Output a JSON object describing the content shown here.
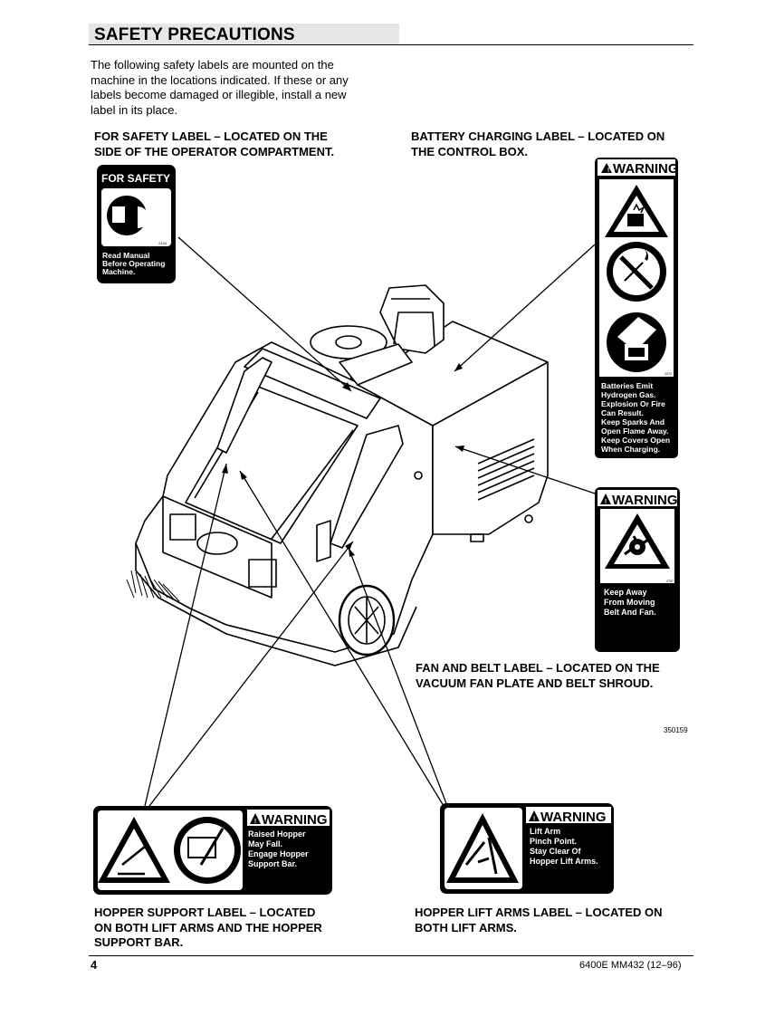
{
  "header": {
    "title": "SAFETY PRECAUTIONS"
  },
  "intro": "The following safety labels are mounted on the\nmachine in the locations indicated. If these or any\nlabels become damaged or illegible, install a new\nlabel in its place.",
  "captions": {
    "for_safety": "FOR SAFETY LABEL – LOCATED ON THE\nSIDE OF THE OPERATOR COMPARTMENT.",
    "battery": "BATTERY CHARGING LABEL – LOCATED ON\nTHE CONTROL BOX.",
    "fan_belt": "FAN AND BELT LABEL – LOCATED ON THE\nVACUUM FAN PLATE AND BELT SHROUD.",
    "hopper_support": "HOPPER SUPPORT LABEL – LOCATED\nON BOTH LIFT ARMS AND THE HOPPER\nSUPPORT BAR.",
    "hopper_lift": "HOPPER LIFT ARMS LABEL – LOCATED ON\nBOTH LIFT ARMS."
  },
  "labels": {
    "for_safety": {
      "header": "FOR SAFETY",
      "code": "2144",
      "lines": [
        "Read Manual",
        "Before Operating",
        "Machine."
      ]
    },
    "battery": {
      "header": "WARNING",
      "code": "2472",
      "lines": [
        "Batteries Emit",
        "Hydrogen Gas.",
        "Explosion Or Fire",
        "Can Result.",
        "Keep Sparks And",
        "Open Flame Away.",
        "Keep Covers Open",
        "When Charging."
      ]
    },
    "fan_belt": {
      "header": "WARNING",
      "code": "2757",
      "lines": [
        "Keep Away",
        "From Moving",
        "Belt And Fan."
      ]
    },
    "hopper_support": {
      "header": "WARNING",
      "lines": [
        "Raised Hopper",
        "May Fall.",
        "Engage Hopper",
        "Support Bar."
      ]
    },
    "hopper_lift": {
      "header": "WARNING",
      "lines": [
        "Lift Arm",
        "Pinch Point.",
        "Stay Clear Of",
        "Hopper Lift Arms."
      ]
    }
  },
  "figure_number": "350159",
  "footer": {
    "page_number": "4",
    "document_id": "6400E MM432 (12–96)"
  }
}
